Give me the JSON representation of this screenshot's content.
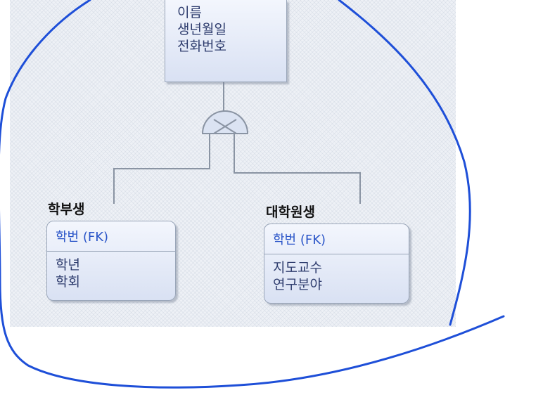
{
  "diagram": {
    "parent": {
      "attributes": [
        "이름",
        "생년월일",
        "전화번호"
      ]
    },
    "children": [
      {
        "name": "학부생",
        "key": "학번 (FK)",
        "attributes": [
          "학년",
          "학회"
        ]
      },
      {
        "name": "대학원생",
        "key": "학번 (FK)",
        "attributes": [
          "지도교수",
          "연구분야"
        ]
      }
    ]
  },
  "colors": {
    "entity_fill_top": "#f3f6fd",
    "entity_fill_bottom": "#d9e1f3",
    "key_text": "#2a55c8",
    "attr_text": "#2f3d6e",
    "connector": "#8a94a3",
    "annotation_ink": "#1e4fd8"
  }
}
